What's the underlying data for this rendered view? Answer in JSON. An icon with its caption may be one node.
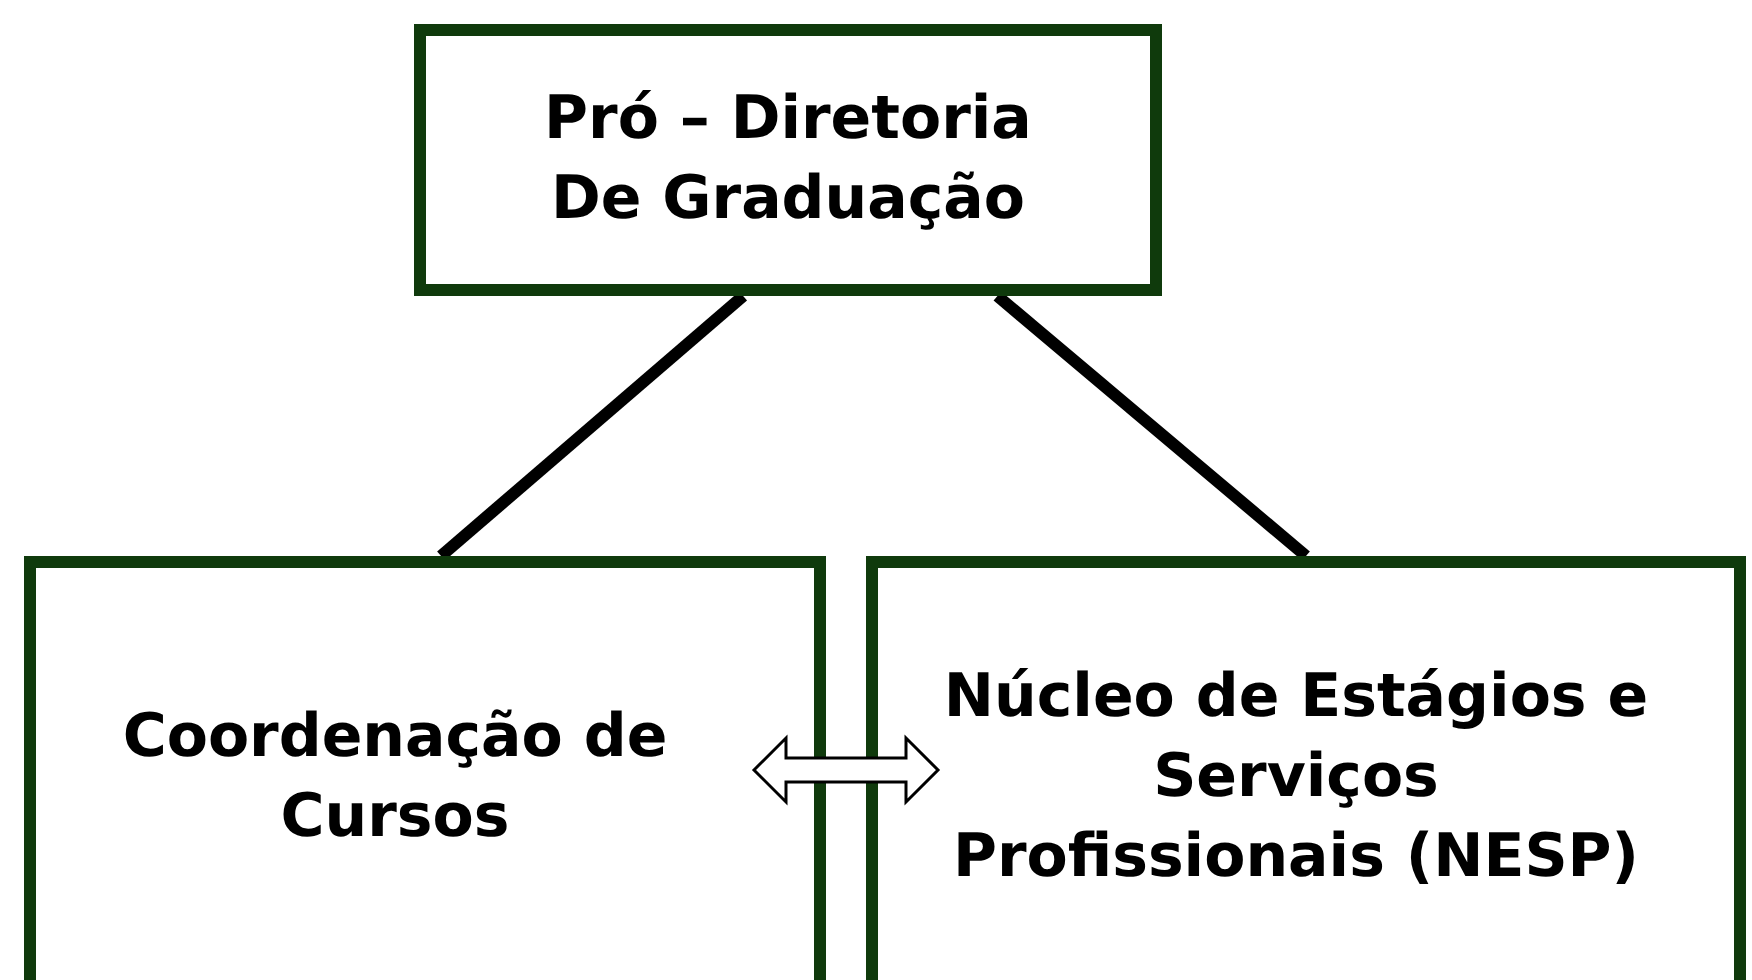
{
  "diagram": {
    "nodes": [
      {
        "text": [
          "Pró – Diretoria De Graduação"
        ]
      },
      {
        "text": [
          "Coordenação de Cursos"
        ]
      },
      {
        "text": [
          "Núcleo de Estágios e Serviços Profissionais (NESP)"
        ]
      }
    ],
    "edges": [
      {
        "from": 0,
        "to": 1,
        "arrow": "none"
      },
      {
        "from": 0,
        "to": 2,
        "arrow": "none"
      },
      {
        "from": 1,
        "to": 2,
        "arrow": "both"
      }
    ]
  }
}
